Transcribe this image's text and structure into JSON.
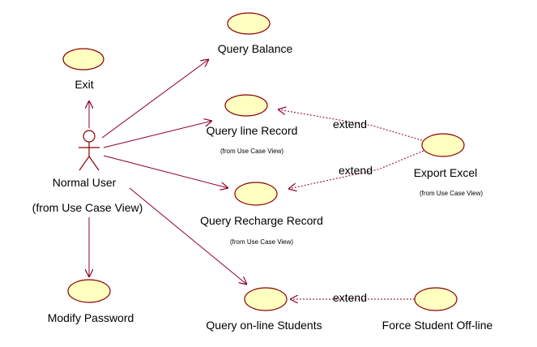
{
  "actor": {
    "name": "Normal User",
    "source": "(from Use Case View)"
  },
  "use_cases": {
    "exit": {
      "name": "Exit"
    },
    "query_balance": {
      "name": "Query Balance"
    },
    "query_line_record": {
      "name": "Query line Record",
      "source": "(from Use Case View)"
    },
    "query_recharge_record": {
      "name": "Query Recharge Record",
      "source": "(from Use Case View)"
    },
    "query_online_students": {
      "name": "Query on-line Students"
    },
    "modify_password": {
      "name": "Modify Password"
    },
    "export_excel": {
      "name": "Export Excel",
      "source": "(from Use Case View)"
    },
    "force_student_offline": {
      "name": "Force Student Off-line"
    }
  },
  "relations": {
    "extend_label": "extend"
  },
  "colors": {
    "use_case_fill": "#ffffc0",
    "outline": "#8b0000",
    "association": "#8b0025"
  }
}
